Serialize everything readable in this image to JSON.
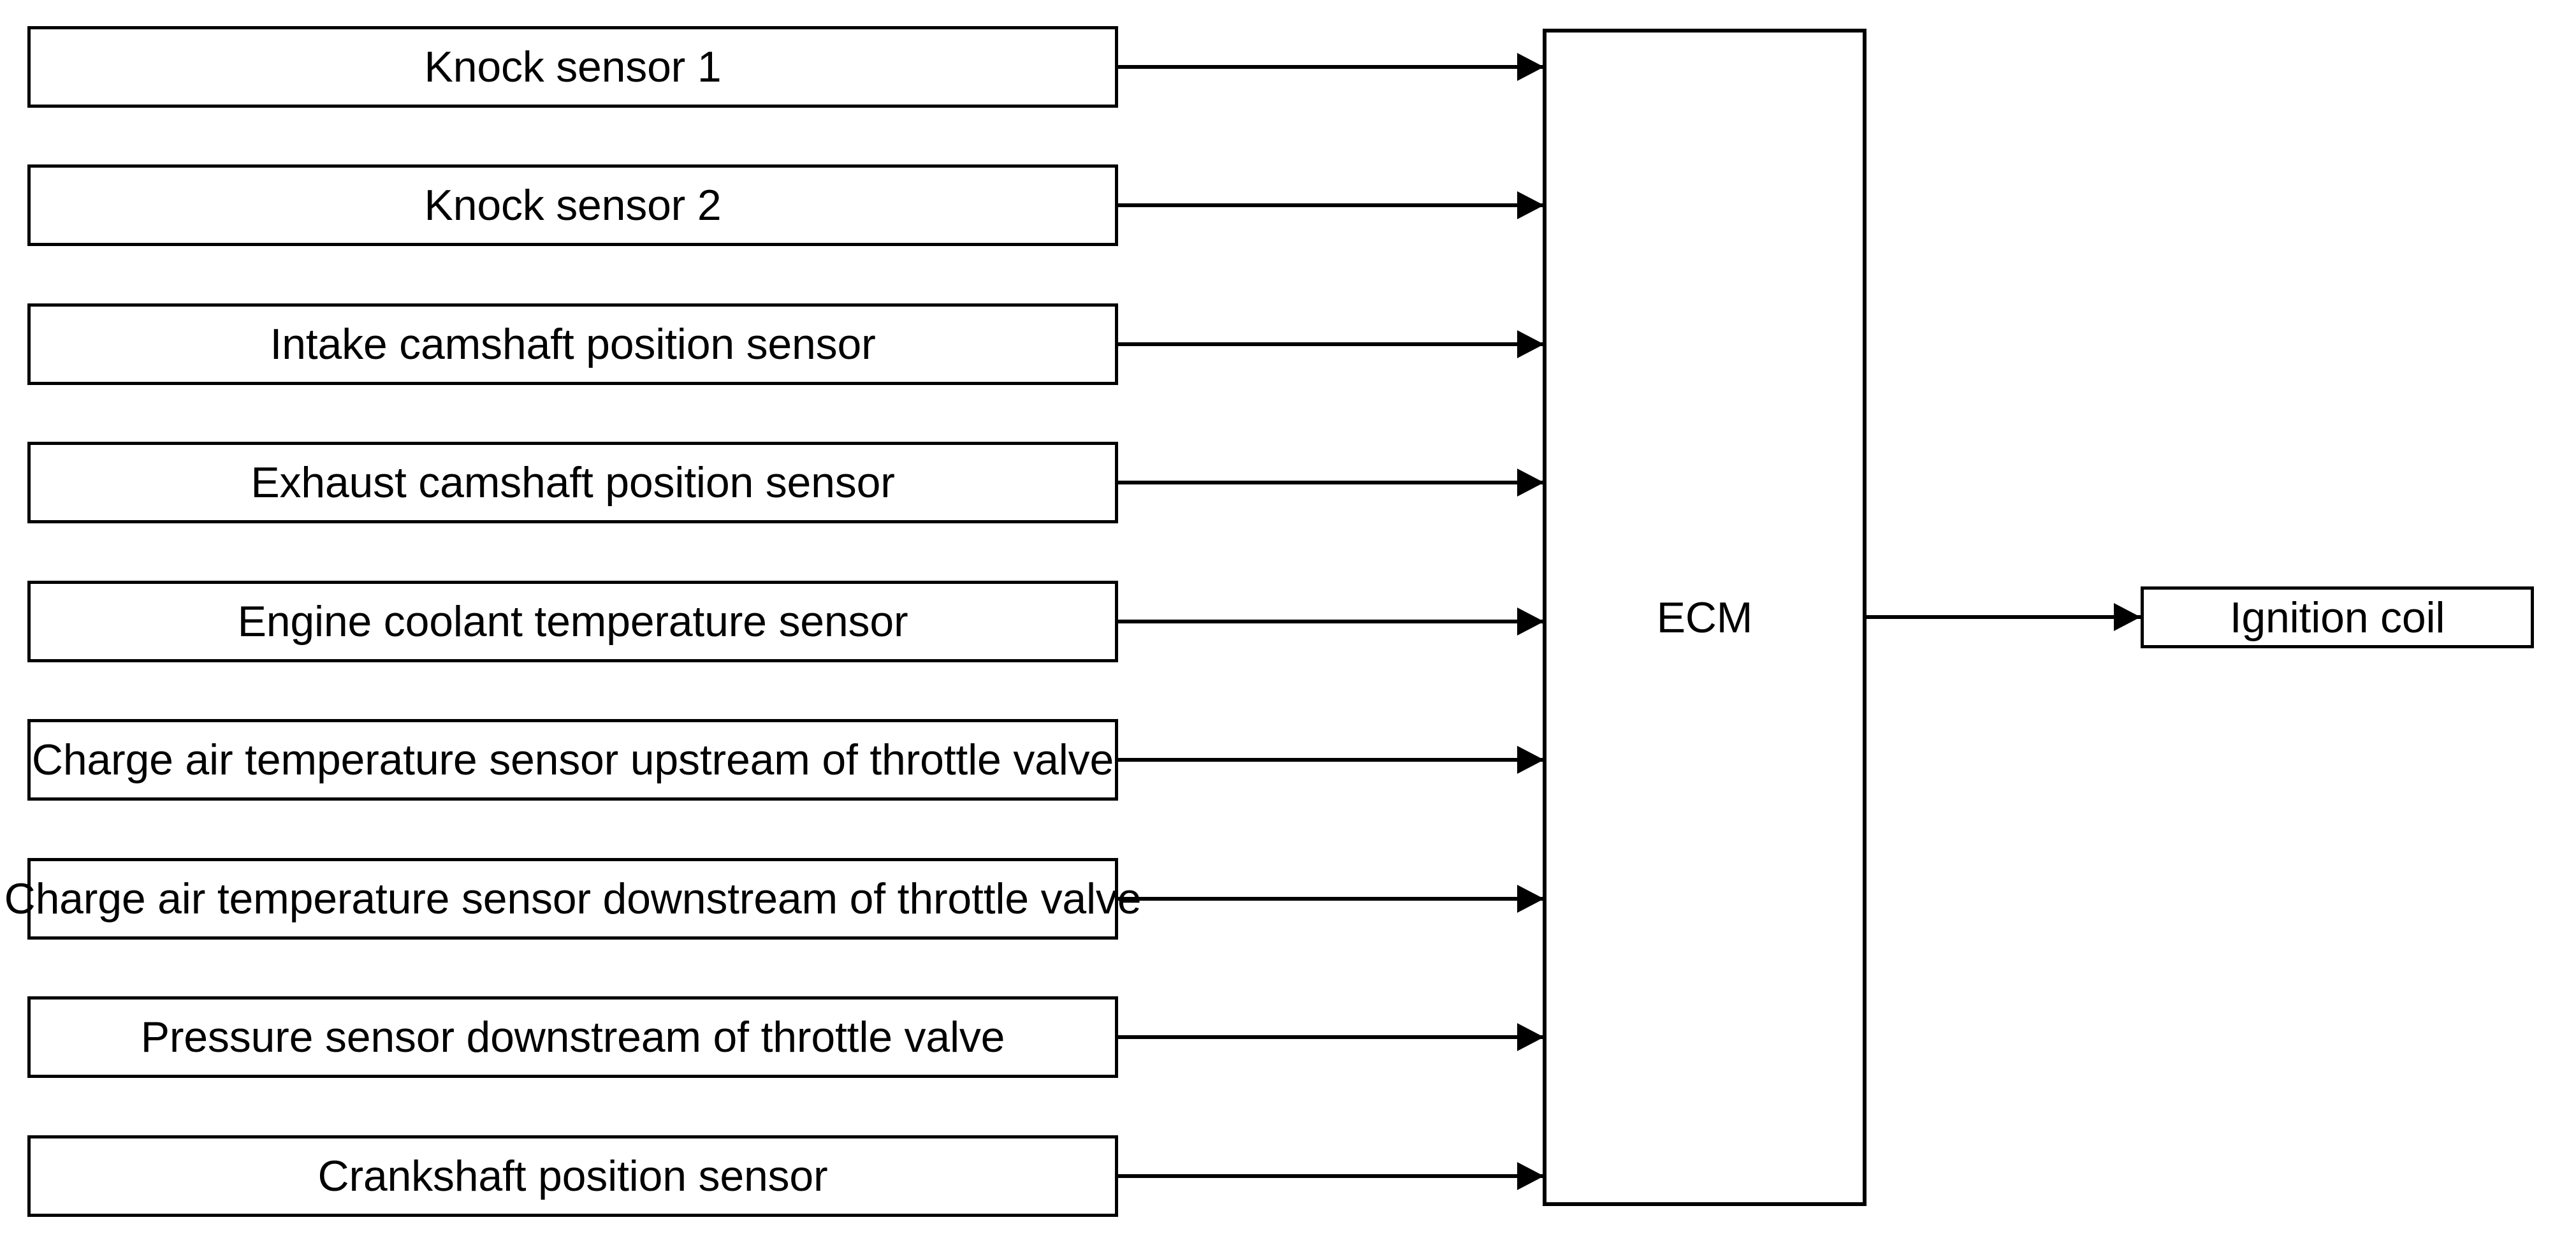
{
  "diagram": {
    "title": "Engine control module sensor input / ignition output block diagram",
    "colors": {
      "stroke": "#000000",
      "fill": "#ffffff",
      "text": "#000000"
    },
    "inputs": [
      {
        "id": "knock-sensor-1",
        "label": "Knock sensor 1"
      },
      {
        "id": "knock-sensor-2",
        "label": "Knock sensor 2"
      },
      {
        "id": "intake-camshaft-position-sensor",
        "label": "Intake camshaft position sensor"
      },
      {
        "id": "exhaust-camshaft-position-sensor",
        "label": "Exhaust camshaft position sensor"
      },
      {
        "id": "engine-coolant-temperature-sensor",
        "label": "Engine coolant temperature sensor"
      },
      {
        "id": "charge-air-temperature-sensor-upstream",
        "label": "Charge air temperature sensor upstream of throttle valve"
      },
      {
        "id": "charge-air-temperature-sensor-downstream",
        "label": "Charge air temperature sensor downstream of throttle valve"
      },
      {
        "id": "pressure-sensor-downstream",
        "label": "Pressure sensor downstream of throttle valve"
      },
      {
        "id": "crankshaft-position-sensor",
        "label": "Crankshaft position sensor"
      }
    ],
    "controller": {
      "id": "ecm",
      "label": "ECM"
    },
    "outputs": [
      {
        "id": "ignition-coil",
        "label": "Ignition coil"
      }
    ],
    "edges": [
      {
        "from": "knock-sensor-1",
        "to": "ecm",
        "arrow": "right"
      },
      {
        "from": "knock-sensor-2",
        "to": "ecm",
        "arrow": "right"
      },
      {
        "from": "intake-camshaft-position-sensor",
        "to": "ecm",
        "arrow": "right"
      },
      {
        "from": "exhaust-camshaft-position-sensor",
        "to": "ecm",
        "arrow": "right"
      },
      {
        "from": "engine-coolant-temperature-sensor",
        "to": "ecm",
        "arrow": "right"
      },
      {
        "from": "charge-air-temperature-sensor-upstream",
        "to": "ecm",
        "arrow": "right"
      },
      {
        "from": "charge-air-temperature-sensor-downstream",
        "to": "ecm",
        "arrow": "right"
      },
      {
        "from": "pressure-sensor-downstream",
        "to": "ecm",
        "arrow": "right"
      },
      {
        "from": "crankshaft-position-sensor",
        "to": "ecm",
        "arrow": "right"
      },
      {
        "from": "ecm",
        "to": "ignition-coil",
        "arrow": "right"
      }
    ]
  }
}
